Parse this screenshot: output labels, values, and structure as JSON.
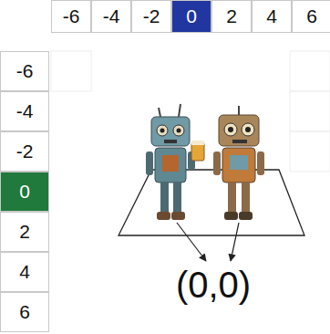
{
  "diagram": {
    "nodes": [
      {
        "text": [
          "-6"
        ]
      },
      {
        "text": [
          "-4"
        ]
      },
      {
        "text": [
          "-2"
        ]
      },
      {
        "text": [
          "0"
        ]
      },
      {
        "text": [
          "2"
        ]
      },
      {
        "text": [
          "4"
        ]
      },
      {
        "text": [
          "6"
        ]
      },
      {
        "text": [
          "-6"
        ]
      },
      {
        "text": [
          "-4"
        ]
      },
      {
        "text": [
          "-2"
        ]
      },
      {
        "text": [
          "0"
        ]
      },
      {
        "text": [
          "2"
        ]
      },
      {
        "text": [
          "4"
        ]
      },
      {
        "text": [
          "6"
        ]
      }
    ],
    "labels": [
      "(0,0)"
    ]
  }
}
